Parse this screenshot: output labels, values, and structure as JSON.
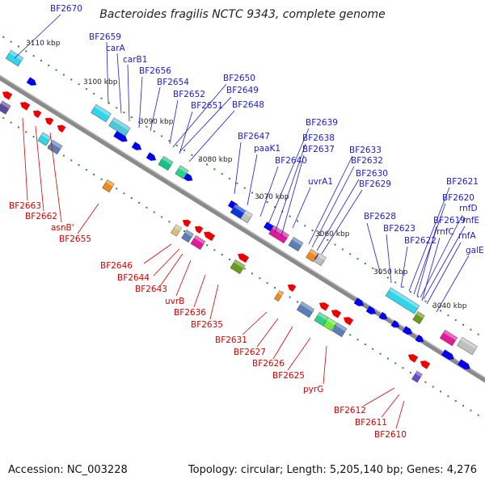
{
  "title": "Bacteroides fragilis NCTC 9343, complete genome",
  "accession_label": "Accession: NC_003228",
  "topology_label": "Topology: circular; Length: 5,205,140 bp; Genes: 4,276",
  "colors": {
    "forward_label": "#1a1ad6",
    "reverse_label": "#d80000",
    "backbone": "#8a8a8a",
    "tick": "#2e8b2e",
    "gene_forward": "#0000ee",
    "gene_reverse": "#ee0000"
  },
  "kbp_marks": [
    "3110 kbp",
    "3100 kbp",
    "3090 kbp",
    "3080 kbp",
    "3070 kbp",
    "3060 kbp",
    "3050 kbp",
    "3040 kbp"
  ],
  "forward_labels": [
    "BF2670",
    "BF2659",
    "carA",
    "carB1",
    "BF2656",
    "BF2654",
    "BF2652",
    "BF2651",
    "BF2650",
    "BF2649",
    "BF2648",
    "BF2647",
    "paaK1",
    "BF2640",
    "BF2639",
    "BF2638",
    "BF2637",
    "BF2633",
    "BF2632",
    "BF2630",
    "BF2629",
    "uvrA1",
    "BF2628",
    "BF2623",
    "BF2622",
    "BF2621",
    "BF2620",
    "BF2619",
    "rnfE",
    "rnfC",
    "rnfD",
    "rnfA",
    "galE"
  ],
  "reverse_labels": [
    "BF2663",
    "BF2662",
    "asnB'",
    "BF2655",
    "BF2646",
    "BF2644",
    "BF2643",
    "uvrB",
    "BF2636",
    "BF2635",
    "BF2631",
    "BF2627",
    "BF2626",
    "BF2625",
    "pyrG",
    "BF2612",
    "BF2611",
    "BF2610"
  ],
  "icons": {
    "forward_gene": "blue-arrow-glyph",
    "reverse_gene": "red-arrow-glyph"
  }
}
